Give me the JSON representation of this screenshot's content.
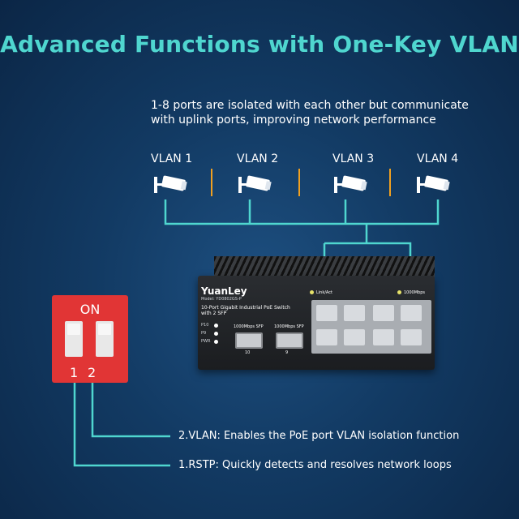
{
  "title": "Advanced Functions with One-Key VLAN",
  "description": {
    "line1": "1-8 ports are isolated with each other but communicate",
    "line2": "with uplink ports, improving network performance"
  },
  "vlans": [
    {
      "label": "VLAN 1",
      "icon": "camera-icon"
    },
    {
      "label": "VLAN 2",
      "icon": "camera-icon"
    },
    {
      "label": "VLAN 3",
      "icon": "camera-icon"
    },
    {
      "label": "VLAN 4",
      "icon": "camera-icon"
    }
  ],
  "switch": {
    "brand": "YuanLey",
    "model": "Model: YD0802GS-P",
    "description": "10-Port Gigabit Industrial PoE Switch",
    "description2": "with 2 SFP",
    "led_link": "Link/Act",
    "led_speed": "1000Mbps",
    "led_p10": "P10",
    "led_p9": "P9",
    "led_pwr": "PWR",
    "sfp_left_label": "1000Mbps SFP",
    "sfp_right_label": "1000Mbps SFP",
    "sfp_left_num": "10",
    "sfp_right_num": "9"
  },
  "dip_switch": {
    "on_label": "ON",
    "switch_1": "1",
    "switch_2": "2"
  },
  "callouts": {
    "vlan": "2.VLAN: Enables the PoE port VLAN isolation function",
    "rstp": "1.RSTP: Quickly detects and resolves network loops"
  },
  "colors": {
    "title": "#4fd6cf",
    "line": "#4fd6cf",
    "separator": "#f0a020",
    "dip": "#e13535"
  }
}
